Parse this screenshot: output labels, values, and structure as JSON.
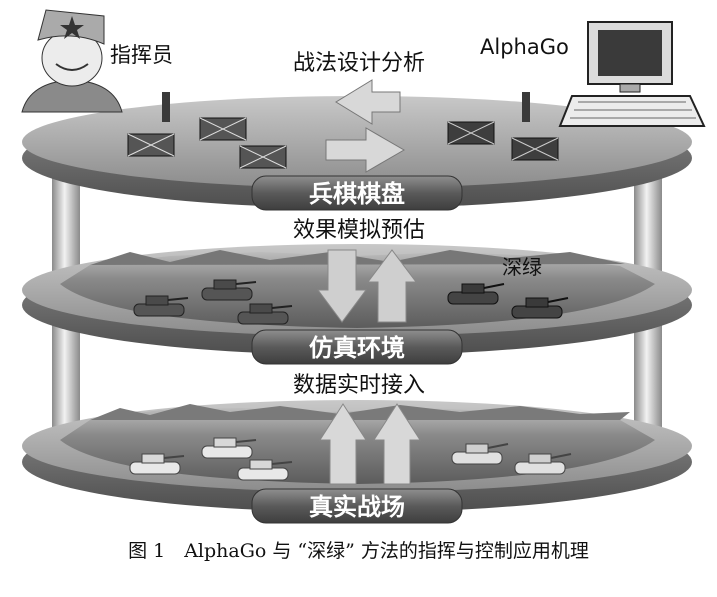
{
  "figure": {
    "commander_label": "指挥员",
    "alphago_label": "AlphaGo",
    "shenlv_label": "深绿",
    "top_text": "战法设计分析",
    "layer1_label": "兵棋棋盘",
    "mid_text": "效果模拟预估",
    "layer2_label": "仿真环境",
    "lower_text": "数据实时接入",
    "layer3_label": "真实战场"
  },
  "caption": "图 1　AlphaGo 与 “深绿” 方法的指挥与控制应用机理",
  "colors": {
    "disk_top": "#9a9a9a",
    "disk_rim": "#6e6e6e",
    "label_band": "#666666",
    "arrow": "#d4d4d4",
    "pillar": "#e0e0e0"
  }
}
